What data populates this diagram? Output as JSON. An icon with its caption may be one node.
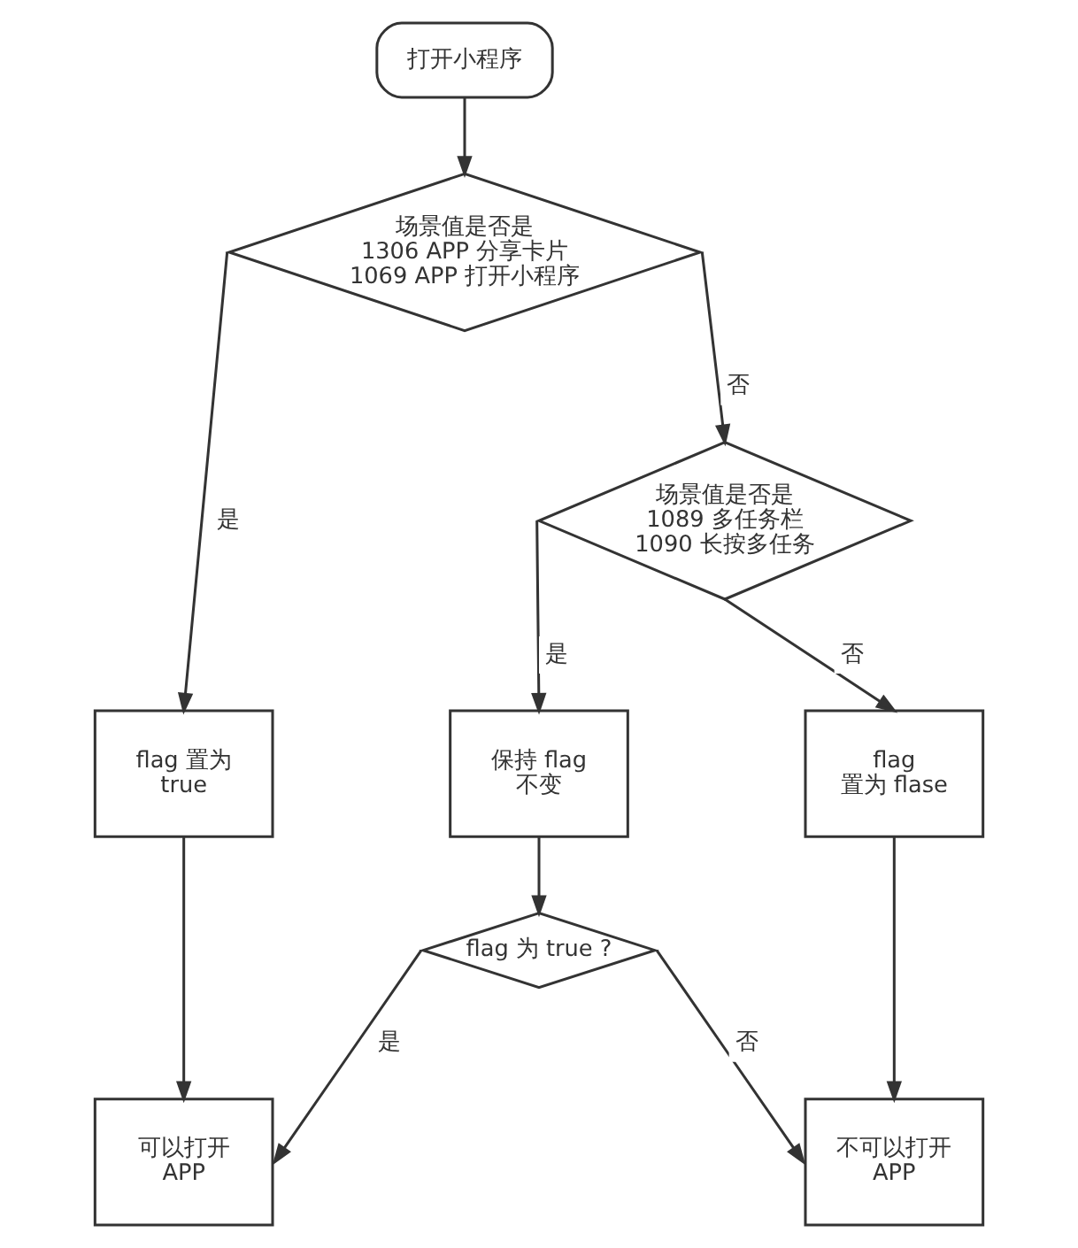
{
  "diagram": {
    "nodes": [
      {
        "text": [
          "打开小程序"
        ]
      },
      {
        "text": [
          "场景值是否是 1306 APP 分享卡片 1069 APP 打开小程序"
        ]
      },
      {
        "text": [
          "场景值是否是 1089 多任务栏 1090 长按多任务"
        ]
      },
      {
        "text": [
          "flag 置为 true"
        ]
      },
      {
        "text": [
          "保持 flag 不变"
        ]
      },
      {
        "text": [
          "flag 置为 flase"
        ]
      },
      {
        "text": [
          "flag 为 true ?"
        ]
      },
      {
        "text": [
          "可以打开 APP"
        ]
      },
      {
        "text": [
          "不可以打开 APP"
        ]
      }
    ],
    "edges": [
      {
        "from": 0,
        "to": 1,
        "arrow": "to"
      },
      {
        "from": 1,
        "to": 3,
        "arrow": "to",
        "label": "是"
      },
      {
        "from": 1,
        "to": 2,
        "arrow": "to",
        "label": "否"
      },
      {
        "from": 2,
        "to": 4,
        "arrow": "to",
        "label": "是"
      },
      {
        "from": 2,
        "to": 5,
        "arrow": "to",
        "label": "否"
      },
      {
        "from": 3,
        "to": 7,
        "arrow": "to"
      },
      {
        "from": 4,
        "to": 6,
        "arrow": "to"
      },
      {
        "from": 6,
        "to": 7,
        "arrow": "to",
        "label": "是"
      },
      {
        "from": 6,
        "to": 8,
        "arrow": "to",
        "label": "否"
      },
      {
        "from": 5,
        "to": 8,
        "arrow": "to"
      }
    ]
  }
}
